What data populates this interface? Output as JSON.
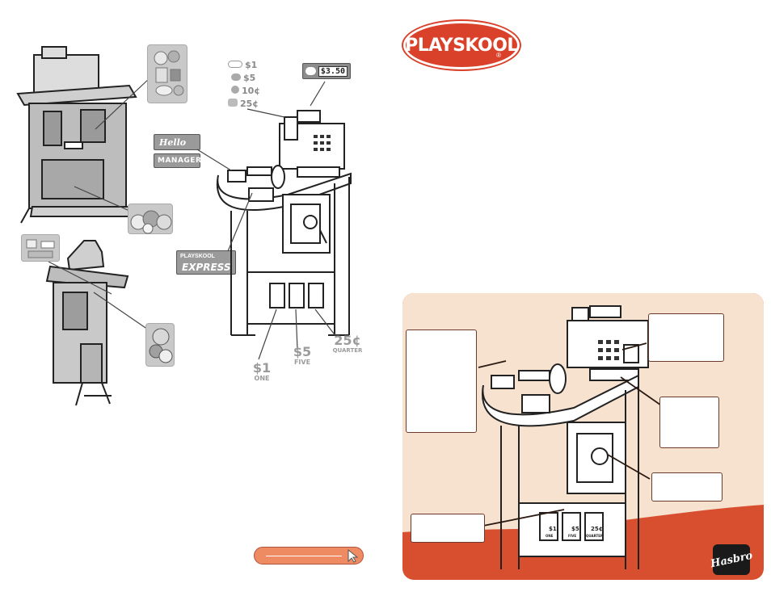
{
  "brand": {
    "playskool": "PLAYSKOOL",
    "hasbro": "Hasbro",
    "trademark": "®"
  },
  "display": {
    "price": "$3.50"
  },
  "cards": {
    "hello": "Hello",
    "manager": "MANAGER",
    "express": "EXPRESS",
    "mini_brand": "PLAYSKOOL"
  },
  "coins": [
    {
      "label": "$1"
    },
    {
      "label": "$5"
    },
    {
      "label": "10¢"
    },
    {
      "label": "25¢"
    }
  ],
  "bill_slots": [
    {
      "label": "$1",
      "sub": "ONE"
    },
    {
      "label": "$5",
      "sub": "FIVE"
    },
    {
      "label": "25¢",
      "sub": "QUARTER"
    }
  ],
  "money_tags": [
    {
      "label": "$1",
      "sub": "ONE"
    },
    {
      "label": "$5",
      "sub": "FIVE"
    },
    {
      "label": "25¢",
      "sub": "QUARTER"
    }
  ],
  "colors": {
    "brand_red": "#d9412b",
    "panel_orange": "#d84f30",
    "panel_light": "#f7e1cf",
    "button_orange": "#ee8b63"
  }
}
